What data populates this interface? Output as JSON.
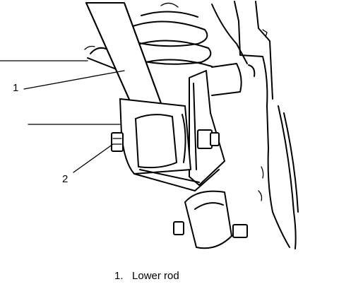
{
  "callouts": [
    {
      "number": "1"
    },
    {
      "number": "2"
    }
  ],
  "legend": [
    {
      "number": "1.",
      "text": "Lower rod"
    }
  ],
  "colors": {
    "ink": "#000000",
    "paper": "#ffffff"
  }
}
